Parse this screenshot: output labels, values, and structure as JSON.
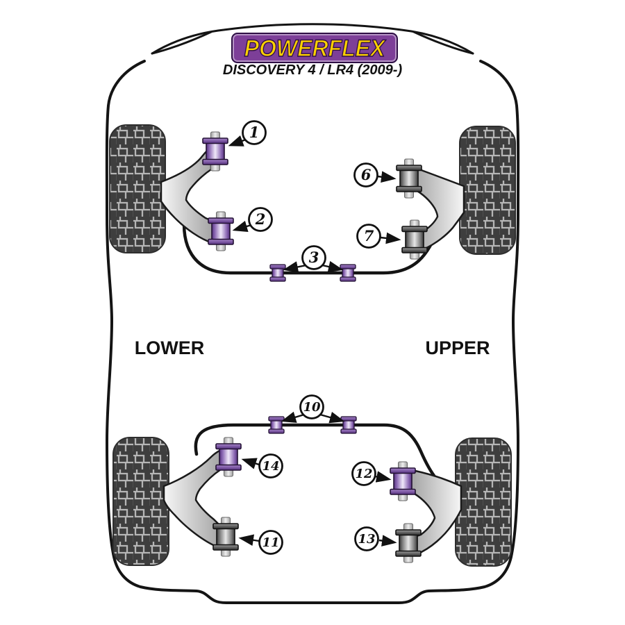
{
  "header": {
    "brand": "POWERFLEX",
    "model": "DISCOVERY 4 / LR4 (2009-)"
  },
  "section_labels": {
    "left": "LOWER",
    "right": "UPPER"
  },
  "callouts": [
    {
      "number": "1",
      "area": "front-left-arm",
      "bushing_color": "purple"
    },
    {
      "number": "2",
      "area": "front-left-arm",
      "bushing_color": "purple"
    },
    {
      "number": "3",
      "area": "front-anti-roll-bar",
      "bushing_color": "purple"
    },
    {
      "number": "6",
      "area": "front-right-arm",
      "bushing_color": "black"
    },
    {
      "number": "7",
      "area": "front-right-arm",
      "bushing_color": "black"
    },
    {
      "number": "10",
      "area": "rear-anti-roll-bar",
      "bushing_color": "purple"
    },
    {
      "number": "11",
      "area": "rear-left-arm",
      "bushing_color": "black"
    },
    {
      "number": "12",
      "area": "rear-right-arm",
      "bushing_color": "purple"
    },
    {
      "number": "13",
      "area": "rear-right-arm",
      "bushing_color": "black"
    },
    {
      "number": "14",
      "area": "rear-left-arm",
      "bushing_color": "purple"
    }
  ],
  "colors": {
    "page_bg": "#ffffff",
    "logo_bg": "#7d3f98",
    "logo_text": "#ffd100",
    "logo_border": "#2e0f45",
    "outline": "#141414",
    "tire": "#3e3e3e",
    "tread_line": "#b6b6b6",
    "bushing_purple": "#8f6cb6",
    "bushing_black": "#4a4a4a",
    "arm_gray": "#c9c9c9"
  }
}
